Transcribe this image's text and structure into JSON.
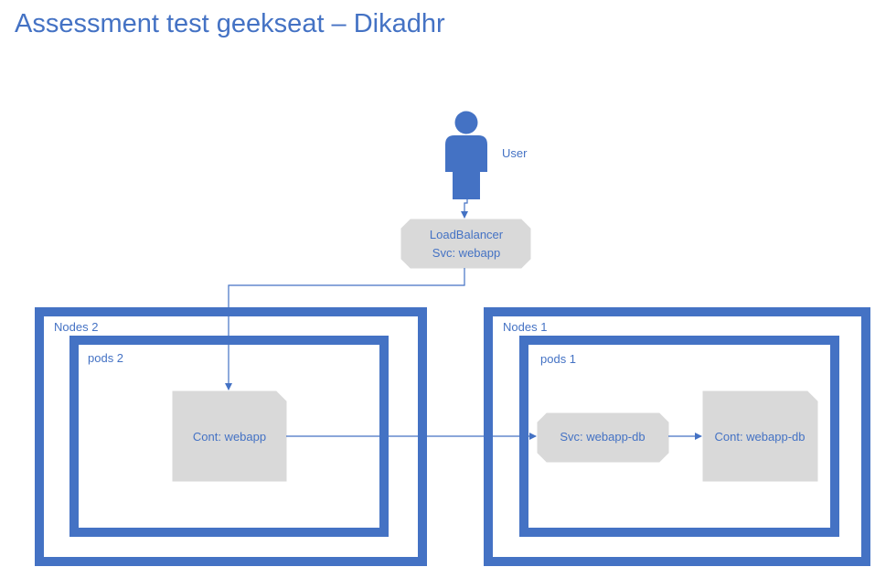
{
  "title": "Assessment test geekseat – Dikadhr",
  "user": {
    "label": "User",
    "icon": "person-icon"
  },
  "load_balancer": {
    "line1": "LoadBalancer",
    "line2": "Svc: webapp"
  },
  "nodes": [
    {
      "label": "Nodes 2",
      "pod_label": "pods 2",
      "containers": [
        {
          "label": "Cont: webapp"
        }
      ]
    },
    {
      "label": "Nodes 1",
      "pod_label": "pods 1",
      "service": {
        "label": "Svc: webapp-db"
      },
      "containers": [
        {
          "label": "Cont: webapp-db"
        }
      ]
    }
  ],
  "colors": {
    "accent": "#4472c4",
    "shape_fill": "#d9d9d9",
    "background": "#ffffff"
  }
}
